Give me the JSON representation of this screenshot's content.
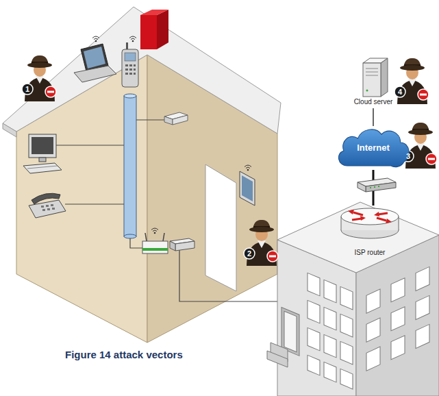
{
  "diagram": {
    "caption": "Figure 14 attack vectors",
    "nodes": [
      {
        "text": [
          "Cloud server"
        ]
      },
      {
        "text": [
          "Internet"
        ]
      },
      {
        "text": [
          "ISP router"
        ]
      }
    ],
    "edges": [
      {
        "from": 0,
        "to": 1,
        "arrow": "none"
      },
      {
        "from": 1,
        "to": 2,
        "arrow": "none"
      }
    ],
    "labels": [
      "1",
      "2",
      "3",
      "4"
    ]
  }
}
